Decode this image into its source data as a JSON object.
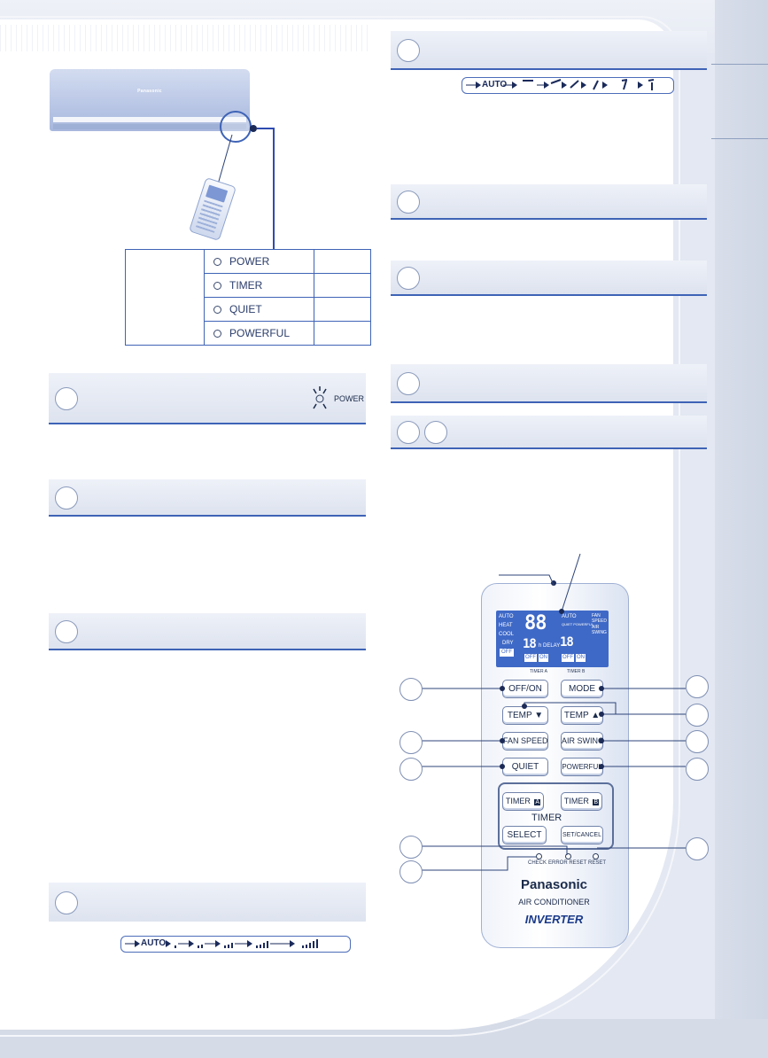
{
  "indicator_panel": {
    "indicators": [
      "POWER",
      "TIMER",
      "QUIET",
      "POWERFUL"
    ],
    "blinking_label": "POWER"
  },
  "unit": {
    "brand": "Panasonic"
  },
  "fan_speed_flow": {
    "start": "AUTO"
  },
  "airflow_flow": {
    "start": "AUTO"
  },
  "remote": {
    "lcd": {
      "modes": [
        "AUTO",
        "HEAT",
        "COOL",
        "DRY",
        "OFF"
      ],
      "temp_big": "88",
      "temp_small_left": "18",
      "temp_small_right": "18",
      "delay_label": "h DELAY",
      "off": "OFF",
      "on": "ON",
      "timer_a": "TIMER A",
      "timer_b": "TIMER B",
      "fan_auto": "AUTO",
      "quiet_powerful": "QUIET POWERFUL",
      "fan_speed_label": "FAN SPEED",
      "air_swing_label": "AIR SWING"
    },
    "buttons": {
      "off_on": "OFF/ON",
      "mode": "MODE",
      "temp_down": "TEMP ▼",
      "temp_up": "TEMP ▲",
      "fan_speed": "FAN SPEED",
      "air_swing": "AIR SWING",
      "quiet": "QUIET",
      "powerful": "POWERFUL",
      "timer_a": "TIMER",
      "timer_b": "TIMER",
      "timer_a_badge": "A",
      "timer_b_badge": "B",
      "select": "SELECT",
      "set_cancel": "SET/CANCEL"
    },
    "timer_group_label": "TIMER",
    "small_labels": {
      "check": "CHECK",
      "error_reset": "ERROR RESET",
      "reset": "RESET"
    },
    "brand": "Panasonic",
    "product": "AIR CONDITIONER",
    "tagline": "INVERTER"
  },
  "colors": {
    "accent": "#3e63b6",
    "lcd": "#3f69c6"
  }
}
